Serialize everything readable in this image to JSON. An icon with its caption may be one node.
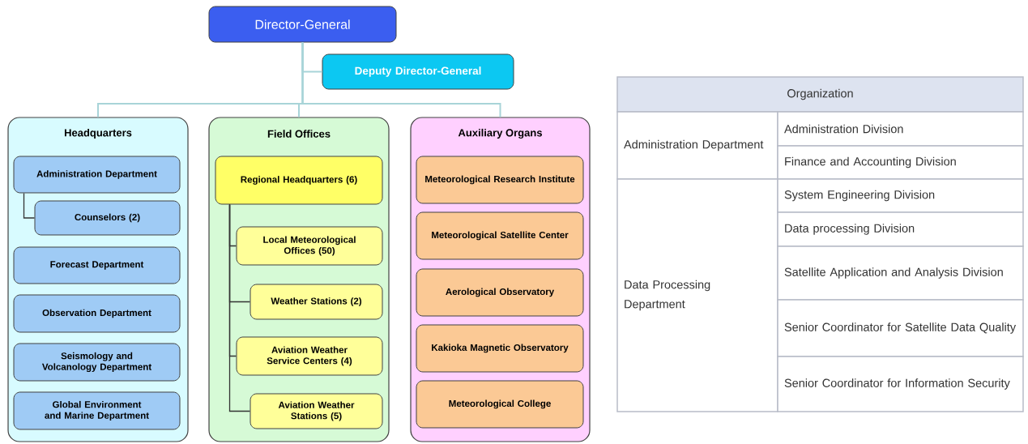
{
  "diagram": {
    "nodes": [
      {
        "text": [
          "Director-General"
        ]
      },
      {
        "text": [
          "Deputy Director-General"
        ]
      },
      {
        "text": [
          "Headquarters"
        ]
      },
      {
        "text": [
          "Administration Department"
        ],
        "in": 2
      },
      {
        "text": [
          "Counselors (2)"
        ],
        "in": 2
      },
      {
        "text": [
          "Forecast Department"
        ],
        "in": 2
      },
      {
        "text": [
          "Observation Department"
        ],
        "in": 2
      },
      {
        "text": [
          "Seismology and Volcanology Department"
        ],
        "in": 2
      },
      {
        "text": [
          "Global Environment and Marine Department"
        ],
        "in": 2
      },
      {
        "text": [
          "Field Offices"
        ]
      },
      {
        "text": [
          "Regional Headquarters (6)"
        ],
        "in": 9
      },
      {
        "text": [
          "Local Meteorological Offices (50)"
        ],
        "in": 9
      },
      {
        "text": [
          "Weather Stations (2)"
        ],
        "in": 9
      },
      {
        "text": [
          "Aviation Weather Service Centers (4)"
        ],
        "in": 9
      },
      {
        "text": [
          "Aviation Weather Stations (5)"
        ],
        "in": 9
      },
      {
        "text": [
          "Auxiliary Organs"
        ]
      },
      {
        "text": [
          "Meteorological Research Institute"
        ],
        "in": 15
      },
      {
        "text": [
          "Meteorological Satellite Center"
        ],
        "in": 15
      },
      {
        "text": [
          "Aerological Observatory"
        ],
        "in": 15
      },
      {
        "text": [
          "Kakioka Magnetic Observatory"
        ],
        "in": 15
      },
      {
        "text": [
          "Meteorological College"
        ],
        "in": 15
      }
    ],
    "edges": [
      {
        "from": 0,
        "to": 1,
        "arrow": "none",
        "color": "#a8d4d8"
      },
      {
        "from": 0,
        "to": 2,
        "arrow": "none",
        "color": "#a8d4d8"
      },
      {
        "from": 0,
        "to": 9,
        "arrow": "none",
        "color": "#a8d4d8"
      },
      {
        "from": 0,
        "to": 15,
        "arrow": "none",
        "color": "#a8d4d8"
      },
      {
        "from": 3,
        "to": 4,
        "arrow": "none"
      },
      {
        "from": 10,
        "to": 11,
        "arrow": "none"
      },
      {
        "from": 10,
        "to": 12,
        "arrow": "none"
      },
      {
        "from": 10,
        "to": 13,
        "arrow": "none"
      },
      {
        "from": 10,
        "to": 14,
        "arrow": "none"
      }
    ],
    "labels": [
      "Organization",
      "Administration Department",
      "Administration Division",
      "Finance and Accounting Division",
      "Data Processing Department",
      "System Engineering Division",
      "Data processing Division",
      "Satellite Application and Analysis Division",
      "Senior Coordinator for Satellite Data Quality",
      "Senior Coordinator for Information Security"
    ]
  }
}
